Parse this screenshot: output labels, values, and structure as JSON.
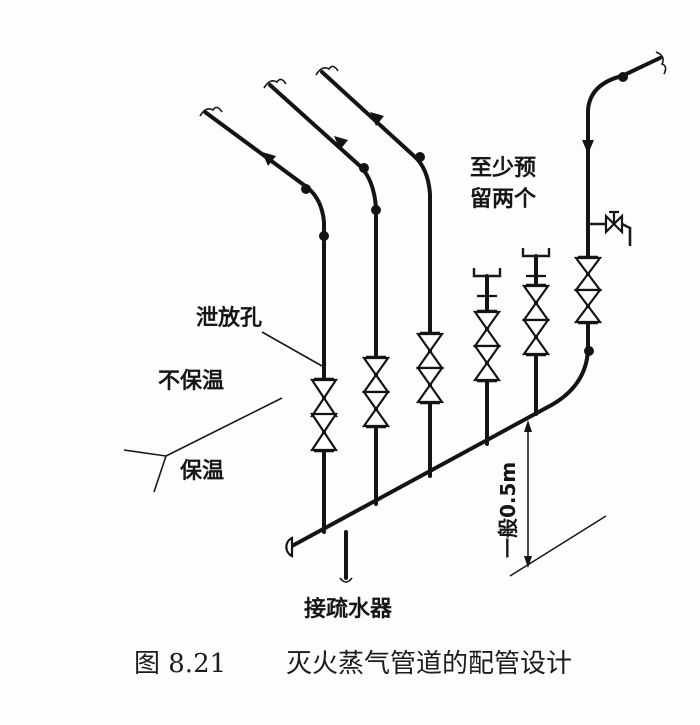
{
  "labels": {
    "drain_hole": "泄放孔",
    "not_insulated": "不保温",
    "insulated": "保温",
    "reserve_line1": "至少预",
    "reserve_line2": "留两个",
    "height_note": "一般0.5m",
    "drain_device": "接疏水器"
  },
  "caption": {
    "number": "图 8.21",
    "title": "灭火蒸气管道的配管设计"
  }
}
